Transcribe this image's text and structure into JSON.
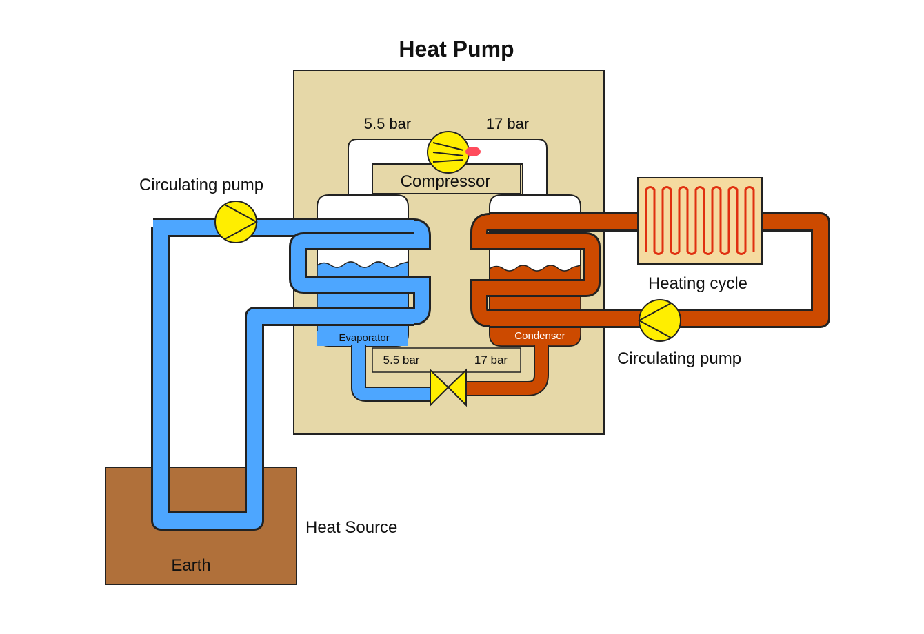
{
  "title": "Heat Pump",
  "labels": {
    "pressure_low_top": "5.5 bar",
    "pressure_high_top": "17 bar",
    "compressor": "Compressor",
    "circulating_pump_left": "Circulating pump",
    "circulating_pump_right": "Circulating pump",
    "heating_cycle": "Heating cycle",
    "evaporator": "Evaporator",
    "condenser": "Condenser",
    "pressure_low_bottom": "5.5 bar",
    "pressure_high_bottom": "17 bar",
    "heat_source": "Heat Source",
    "earth": "Earth"
  },
  "colors": {
    "housing": "#e6d8a8",
    "cold_fluid": "#4da6ff",
    "hot_fluid": "#cc4a00",
    "radiator": "#f5dba0",
    "radiator_coil": "#e03010",
    "pump": "#ffee00",
    "earth": "#b0703a",
    "refrigerant_gas": "#ffffff",
    "outline": "#222222"
  }
}
